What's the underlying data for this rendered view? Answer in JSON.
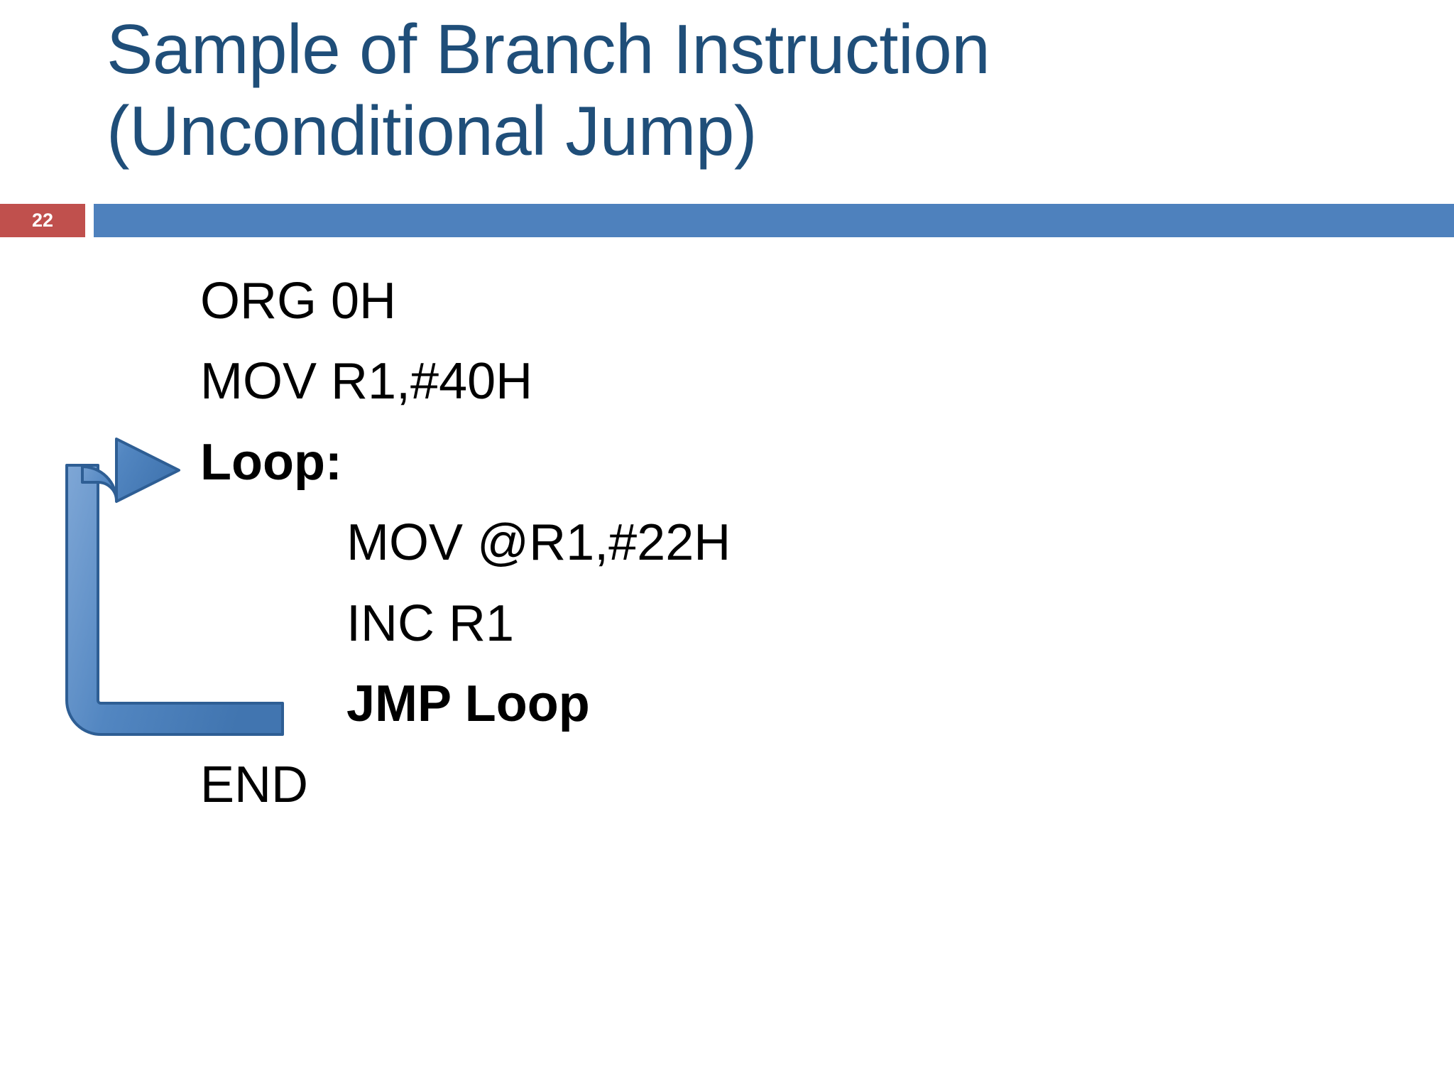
{
  "slide": {
    "number": "22",
    "title": "Sample of Branch Instruction\n(Unconditional Jump)",
    "title_line1": "Sample of Branch Instruction",
    "title_line2": "(Unconditional Jump)"
  },
  "colors": {
    "title_blue": "#1F4E79",
    "header_bar_blue": "#4E81BD",
    "badge_red": "#C0504D",
    "badge_text": "#FFFFFF",
    "code_text": "#000000",
    "arrow_fill": "#4E81BD",
    "arrow_fill_light": "#6E9BD1",
    "arrow_stroke": "#2E5E94",
    "background": "#FFFFFF"
  },
  "code": {
    "lines": [
      {
        "text": "ORG 0H",
        "bold": false,
        "indent": 0
      },
      {
        "text": "MOV R1,#40H",
        "bold": false,
        "indent": 0
      },
      {
        "text": "Loop:",
        "bold": true,
        "indent": 0
      },
      {
        "text": "MOV @R1,#22H",
        "bold": false,
        "indent": 1
      },
      {
        "text": "INC R1",
        "bold": false,
        "indent": 1
      },
      {
        "text": "JMP Loop",
        "bold": true,
        "indent": 1
      },
      {
        "text": "END",
        "bold": false,
        "indent": 0
      }
    ]
  },
  "arrow": {
    "name": "loop-back-arrow",
    "from_label": "JMP Loop",
    "to_label": "Loop:",
    "direction": "up-then-right"
  }
}
